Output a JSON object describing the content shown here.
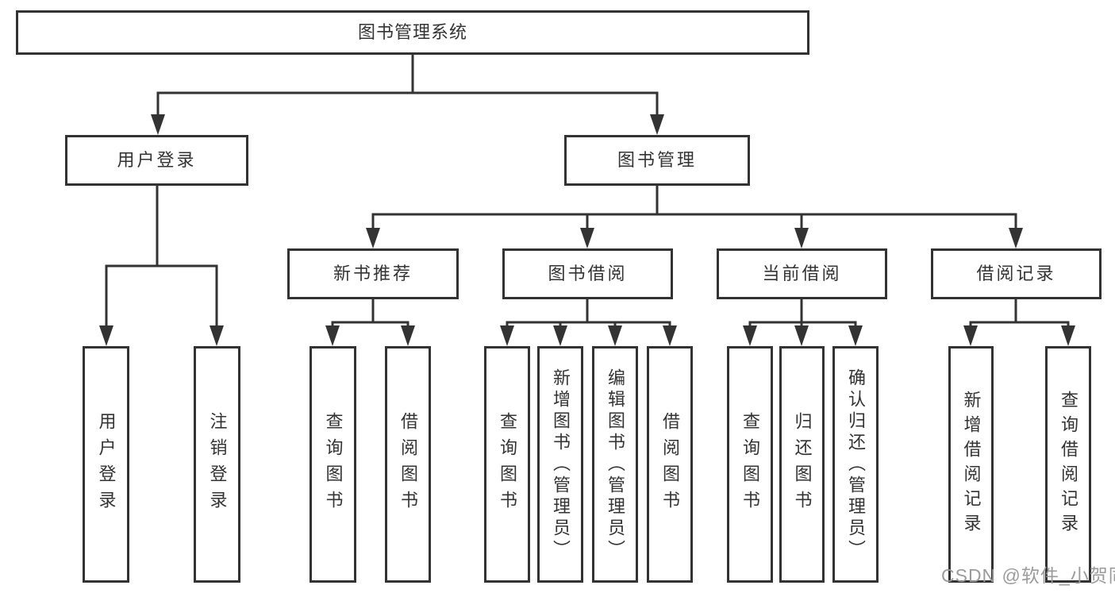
{
  "tree": {
    "label": "图书管理系统",
    "children": [
      {
        "label": "用户登录",
        "children": [
          {
            "label": "用户登录"
          },
          {
            "label": "注销登录"
          }
        ]
      },
      {
        "label": "图书管理",
        "children": [
          {
            "label": "新书推荐",
            "children": [
              {
                "label": "查询图书"
              },
              {
                "label": "借阅图书"
              }
            ]
          },
          {
            "label": "图书借阅",
            "children": [
              {
                "label": "查询图书"
              },
              {
                "label": "新增图书（管理员）"
              },
              {
                "label": "编辑图书（管理员）"
              },
              {
                "label": "借阅图书"
              }
            ]
          },
          {
            "label": "当前借阅",
            "children": [
              {
                "label": "查询图书"
              },
              {
                "label": "归还图书"
              },
              {
                "label": "确认归还（管理员）"
              }
            ]
          },
          {
            "label": "借阅记录",
            "children": [
              {
                "label": "新增借阅记录"
              },
              {
                "label": "查询借阅记录"
              }
            ]
          }
        ]
      }
    ]
  },
  "watermark": "CSDN @软件_小贺同学",
  "colors": {
    "line": "#333333",
    "box_border": "#333333",
    "text": "#333333",
    "watermark": "#9b9b9b",
    "background": "#ffffff"
  }
}
